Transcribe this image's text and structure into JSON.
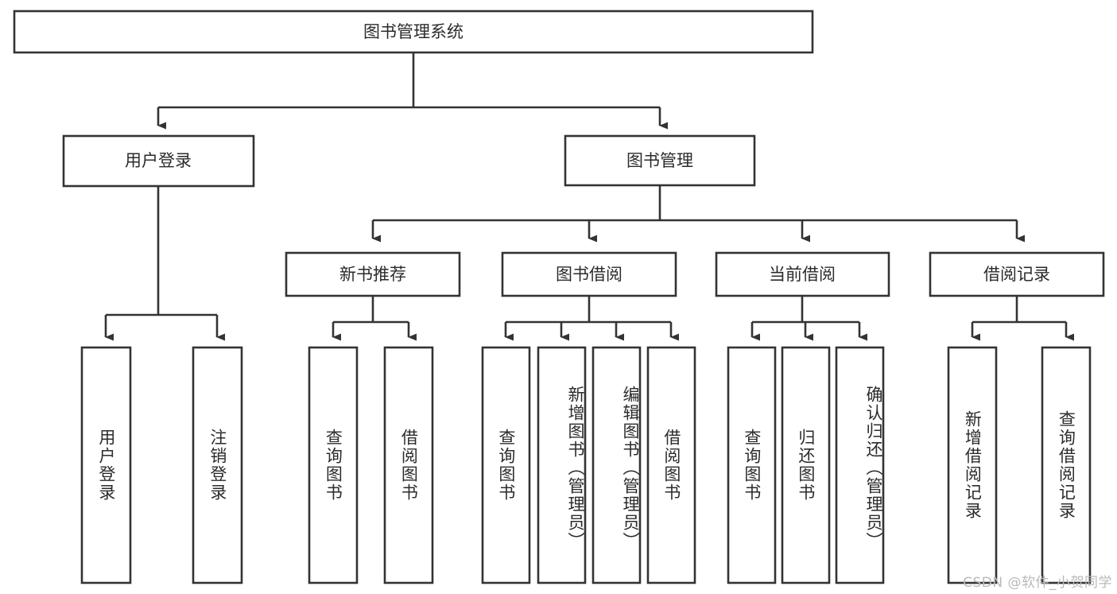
{
  "diagram": {
    "title": "图书管理系统",
    "type": "tree-hierarchy",
    "watermark": "CSDN @软件_小贺同学",
    "colors": {
      "background": "#ffffff",
      "box_fill": "#ffffff",
      "box_stroke": "#333333",
      "text": "#2b2b2b",
      "watermark": "#b9b9b9"
    },
    "root": {
      "id": "root",
      "label": "图书管理系统"
    },
    "level2": [
      {
        "id": "user-login",
        "label": "用户登录"
      },
      {
        "id": "book-management",
        "label": "图书管理"
      }
    ],
    "level3": [
      {
        "id": "new-book-recommend",
        "label": "新书推荐",
        "parent": "book-management"
      },
      {
        "id": "book-borrow",
        "label": "图书借阅",
        "parent": "book-management"
      },
      {
        "id": "current-borrow",
        "label": "当前借阅",
        "parent": "book-management"
      },
      {
        "id": "borrow-record",
        "label": "借阅记录",
        "parent": "book-management"
      }
    ],
    "leaves": [
      {
        "id": "leaf-user-login",
        "label": "用户登录",
        "parent": "user-login"
      },
      {
        "id": "leaf-logout-login",
        "label": "注销登录",
        "parent": "user-login"
      },
      {
        "id": "leaf-query-book-1",
        "label": "查询图书",
        "parent": "new-book-recommend"
      },
      {
        "id": "leaf-borrow-book-1",
        "label": "借阅图书",
        "parent": "new-book-recommend"
      },
      {
        "id": "leaf-query-book-2",
        "label": "查询图书",
        "parent": "book-borrow"
      },
      {
        "id": "leaf-add-book",
        "label": "新增图书（管理员）",
        "parent": "book-borrow"
      },
      {
        "id": "leaf-edit-book",
        "label": "编辑图书（管理员）",
        "parent": "book-borrow"
      },
      {
        "id": "leaf-borrow-book-2",
        "label": "借阅图书",
        "parent": "book-borrow"
      },
      {
        "id": "leaf-query-book-3",
        "label": "查询图书",
        "parent": "current-borrow"
      },
      {
        "id": "leaf-return-book",
        "label": "归还图书",
        "parent": "current-borrow"
      },
      {
        "id": "leaf-confirm-return",
        "label": "确认归还（管理员）",
        "parent": "current-borrow"
      },
      {
        "id": "leaf-add-record",
        "label": "新增借阅记录",
        "parent": "borrow-record"
      },
      {
        "id": "leaf-query-record",
        "label": "查询借阅记录",
        "parent": "borrow-record"
      }
    ]
  }
}
